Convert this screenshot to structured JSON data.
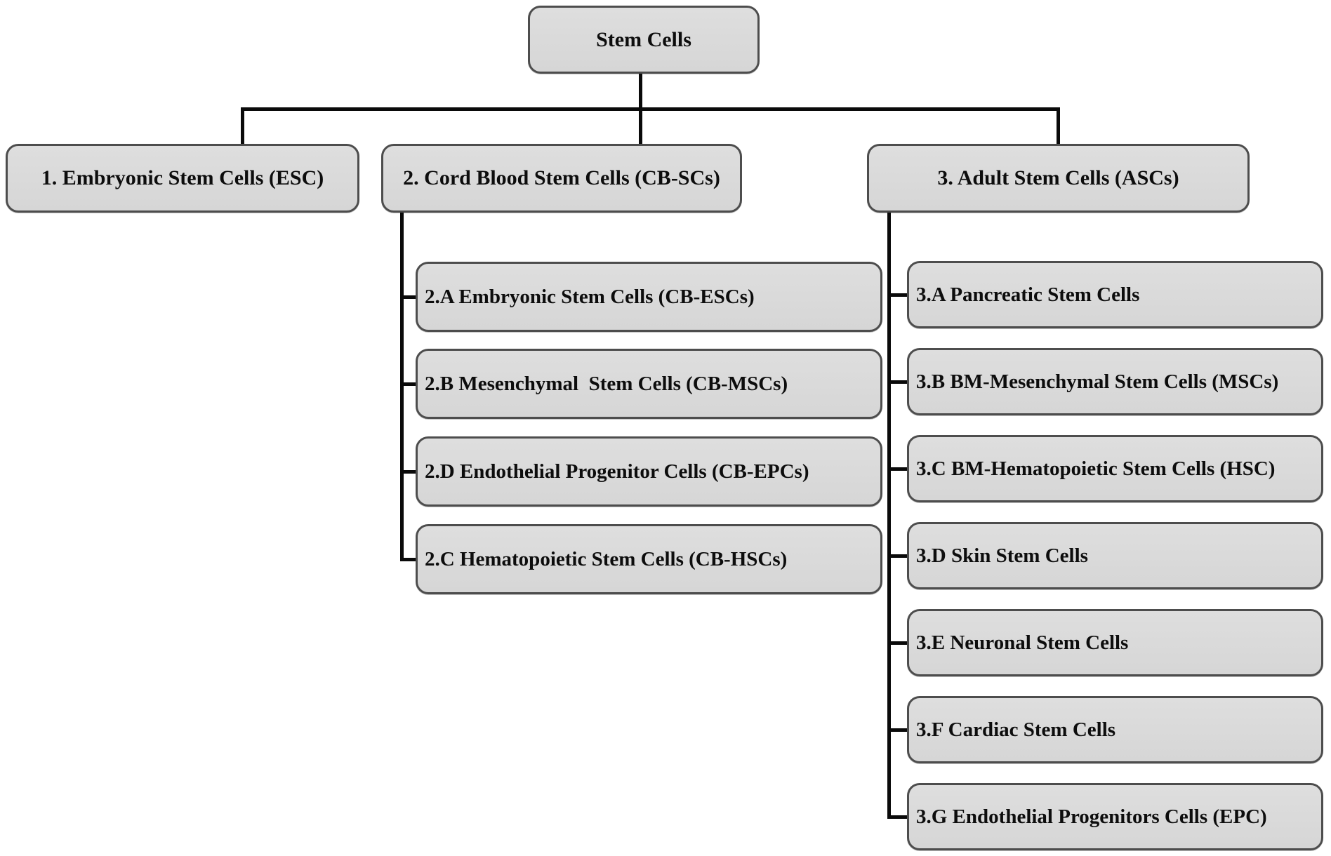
{
  "figure": {
    "background": "#ffffff",
    "box_fill": "#d9d9d9",
    "box_border": "#4d4d4d",
    "line_color": "#0a0a0a",
    "text_color": "#0d0d0d"
  },
  "root": {
    "label": "Stem Cells"
  },
  "branches": [
    {
      "label": "1. Embryonic Stem Cells (ESC)",
      "children": []
    },
    {
      "label": "2. Cord Blood Stem Cells (CB-SCs)",
      "children": [
        {
          "label": "2.A Embryonic Stem Cells (CB-ESCs)"
        },
        {
          "label": "2.B Mesenchymal  Stem Cells (CB-MSCs)"
        },
        {
          "label": "2.D Endothelial Progenitor Cells (CB-EPCs)"
        },
        {
          "label": "2.C Hematopoietic Stem Cells (CB-HSCs)"
        }
      ]
    },
    {
      "label": "3. Adult Stem Cells (ASCs)",
      "children": [
        {
          "label": "3.A Pancreatic Stem Cells"
        },
        {
          "label": "3.B BM-Mesenchymal Stem Cells (MSCs)"
        },
        {
          "label": "3.C BM-Hematopoietic Stem Cells (HSC)"
        },
        {
          "label": "3.D Skin Stem Cells"
        },
        {
          "label": "3.E Neuronal Stem Cells"
        },
        {
          "label": "3.F Cardiac Stem Cells"
        },
        {
          "label": "3.G Endothelial Progenitors Cells (EPC)"
        }
      ]
    }
  ]
}
